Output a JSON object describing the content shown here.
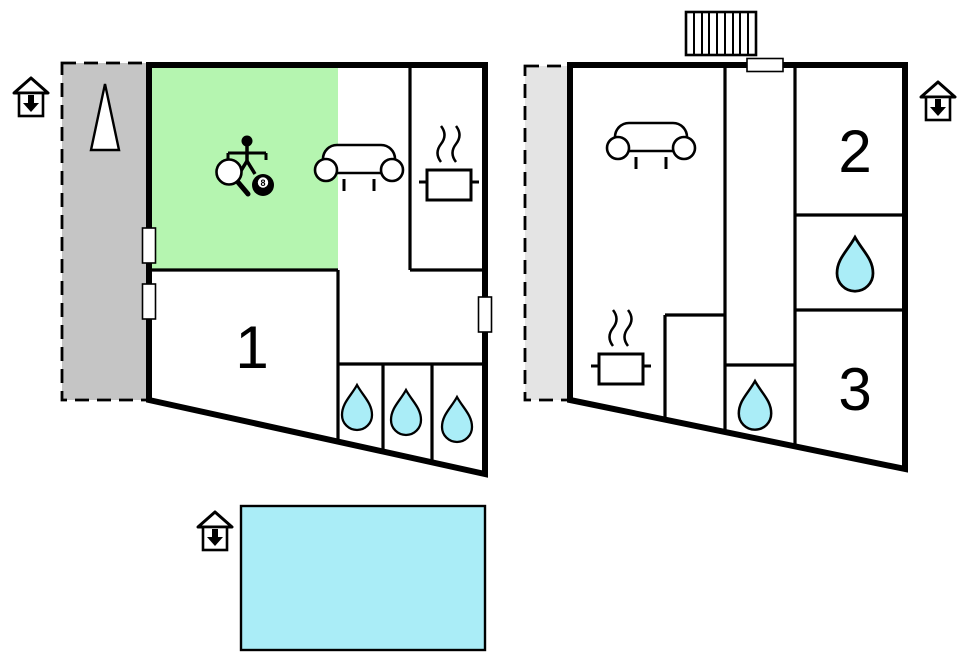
{
  "colors": {
    "wall_black": "#000000",
    "game_room_green": "#b5f5b0",
    "water_cyan": "#aaedf7",
    "terrace_dark_gray": "#c5c5c5",
    "terrace_light_gray": "#e4e4e4"
  },
  "plan_left": {
    "room_label": "1",
    "billiard_ball_label": "8",
    "icons": [
      "entrance-icon",
      "up-triangle-icon",
      "foosball-player-icon",
      "table-tennis-paddle-icon",
      "billiard-ball-icon",
      "sofa-icon",
      "stove-icon",
      "water-drop-icon",
      "water-drop-icon",
      "water-drop-icon",
      "door-opening",
      "door-opening",
      "door-opening"
    ]
  },
  "plan_right": {
    "room_labels": [
      "2",
      "3"
    ],
    "icons": [
      "stairs-icon",
      "entrance-icon",
      "sofa-icon",
      "stove-icon",
      "water-drop-icon",
      "water-drop-icon",
      "door-opening"
    ]
  },
  "pool_area": {
    "icons": [
      "entrance-icon",
      "swimming-pool"
    ]
  }
}
